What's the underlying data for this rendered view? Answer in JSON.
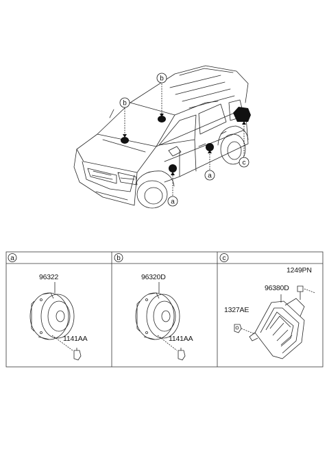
{
  "callouts": {
    "a_front": "a",
    "a_rear": "a",
    "b_left": "b",
    "b_right": "b",
    "c": "c"
  },
  "sections": [
    {
      "letter": "a",
      "parts": [
        "96322",
        "1141AA"
      ]
    },
    {
      "letter": "b",
      "parts": [
        "96320D",
        "1141AA"
      ]
    },
    {
      "letter": "c",
      "parts": [
        "1249PN",
        "96380D",
        "1327AE"
      ]
    }
  ]
}
